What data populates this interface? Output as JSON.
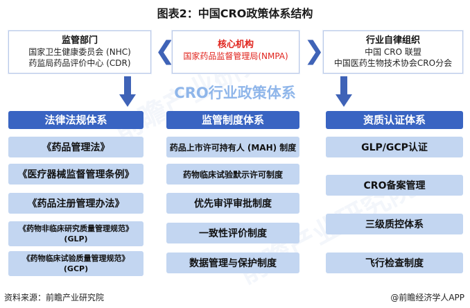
{
  "title": "图表2：中国CRO政策体系结构",
  "top": {
    "left": {
      "head": "监管部门",
      "lines": [
        "国家卫生健康委员会 (NHC)",
        "药监局药品评价中心 (CDR)"
      ]
    },
    "center": {
      "head": "核心机构",
      "lines": [
        "国家药品监督管理局(NMPA)"
      ]
    },
    "right": {
      "head": "行业自律组织",
      "lines": [
        "中国 CRO 联盟",
        "中国医药生物技术协会CRO分会"
      ]
    }
  },
  "banner": "CRO行业政策体系",
  "columns": [
    {
      "header": "法律法规体系",
      "items": [
        "《药品管理法》",
        "《医疗器械监督管理条例》",
        "《药品注册管理办法》",
        "《药物非临床研究质量管理规范》(GLP)",
        "《药物临床试验质量管理规范》(GCP)"
      ]
    },
    {
      "header": "监管制度体系",
      "items": [
        "药品上市许可持有人 (MAH) 制度",
        "药物临床试验默示许可制度",
        "优先审评审批制度",
        "一致性评价制度",
        "数据管理与保护制度"
      ]
    },
    {
      "header": "资质认证体系",
      "items": [
        "GLP/GCP认证",
        "CRO备案管理",
        "三级质控体系",
        "飞行检查制度"
      ]
    }
  ],
  "footer": {
    "source": "资料来源：前瞻产业研究院",
    "brand": "@前瞻经济学人APP"
  },
  "colors": {
    "accent": "#3964c2",
    "itemBg": "#c3d6f1",
    "core": "#e0231c"
  }
}
